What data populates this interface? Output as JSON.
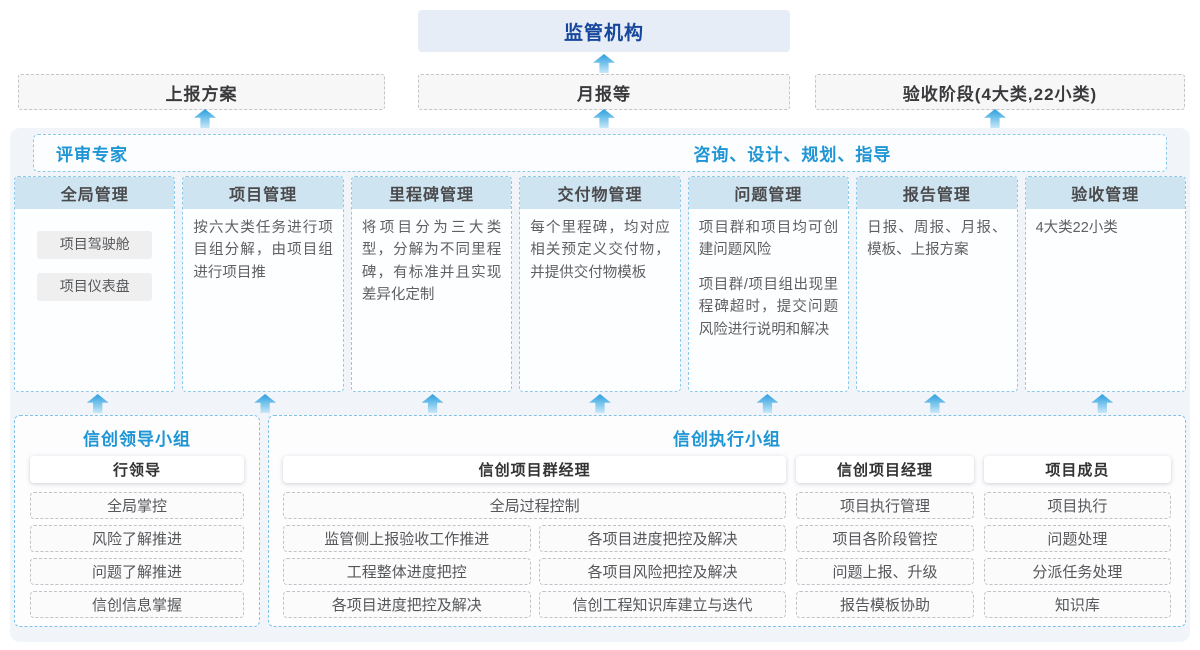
{
  "top": {
    "regulator": "监管机构",
    "outputs": [
      {
        "label": "上报方案"
      },
      {
        "label": "月报等"
      },
      {
        "label": "验收阶段(4大类,22小类)"
      }
    ]
  },
  "band": {
    "left": "评审专家",
    "right": "咨询、设计、规划、指导"
  },
  "columns": [
    {
      "title": "全局管理",
      "items": [
        "项目驾驶舱",
        "项目仪表盘"
      ]
    },
    {
      "title": "项目管理",
      "paragraphs": [
        "按六大类任务进行项目组分解，由项目组进行项目推"
      ]
    },
    {
      "title": "里程碑管理",
      "paragraphs": [
        "将项目分为三大类型，分解为不同里程碑，有标准并且实现差异化定制"
      ]
    },
    {
      "title": "交付物管理",
      "paragraphs": [
        "每个里程碑，均对应相关预定义交付物，并提供交付物模板"
      ]
    },
    {
      "title": "问题管理",
      "paragraphs": [
        "项目群和项目均可创建问题风险",
        "项目群/项目组出现里程碑超时，提交问题风险进行说明和解决"
      ]
    },
    {
      "title": "报告管理",
      "paragraphs": [
        "日报、周报、月报、模板、上报方案"
      ]
    },
    {
      "title": "验收管理",
      "paragraphs": [
        "4大类22小类"
      ]
    }
  ],
  "groups": {
    "leader": {
      "title": "信创领导小组",
      "role": "行领导",
      "items": [
        "全局掌控",
        "风险了解推进",
        "问题了解推进",
        "信创信息掌握"
      ]
    },
    "exec": {
      "title": "信创执行小组",
      "program_manager": {
        "role": "信创项目群经理",
        "full_item": "全局过程控制",
        "left_items": [
          "监管侧上报验收工作推进",
          "工程整体进度把控",
          "各项目进度把控及解决"
        ],
        "right_items": [
          "各项目进度把控及解决",
          "各项目风险把控及解决",
          "信创工程知识库建立与迭代"
        ]
      },
      "project_manager": {
        "role": "信创项目经理",
        "items": [
          "项目执行管理",
          "项目各阶段管控",
          "问题上报、升级",
          "报告模板协助"
        ]
      },
      "member": {
        "role": "项目成员",
        "items": [
          "项目执行",
          "问题处理",
          "分派任务处理",
          "知识库"
        ]
      }
    }
  },
  "colors": {
    "accent_blue": "#1e95d4",
    "navy_title": "#16479c",
    "column_header_bg": "#cfe4f1",
    "arrow_blue": "#2e9fe0",
    "dashed_blue_border": "#8cc9ea",
    "wrapper_bg": "#f1f4f8"
  }
}
